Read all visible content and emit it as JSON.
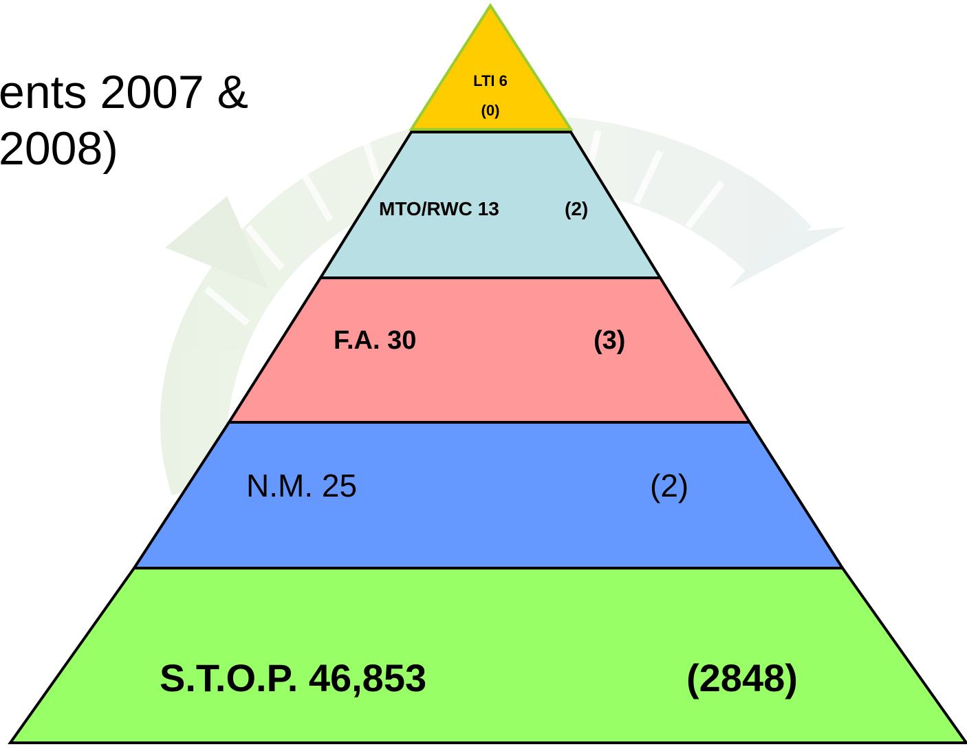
{
  "title": {
    "line1": "ents 2007 &",
    "line2": "2008)"
  },
  "pyramid": {
    "levels": [
      {
        "label": "LTI 6",
        "count": "(0)",
        "value": 6,
        "prior_value": 0,
        "color": "#ffcc00",
        "bold": true
      },
      {
        "label": "MTO/RWC 13",
        "count": "(2)",
        "value": 13,
        "prior_value": 2,
        "color": "#b8e0e4",
        "bold": true
      },
      {
        "label": "F.A. 30",
        "count": "(3)",
        "value": 30,
        "prior_value": 3,
        "color": "#ff9999",
        "bold": true
      },
      {
        "label": "N.M. 25",
        "count": "(2)",
        "value": 25,
        "prior_value": 2,
        "color": "#6699ff",
        "bold": false
      },
      {
        "label": "S.T.O.P. 46,853",
        "count": "(2848)",
        "value": 46853,
        "prior_value": 2848,
        "color": "#99ff66",
        "bold": true
      }
    ],
    "apex_outline_color": "#99cc33",
    "outline_color": "#000000"
  }
}
